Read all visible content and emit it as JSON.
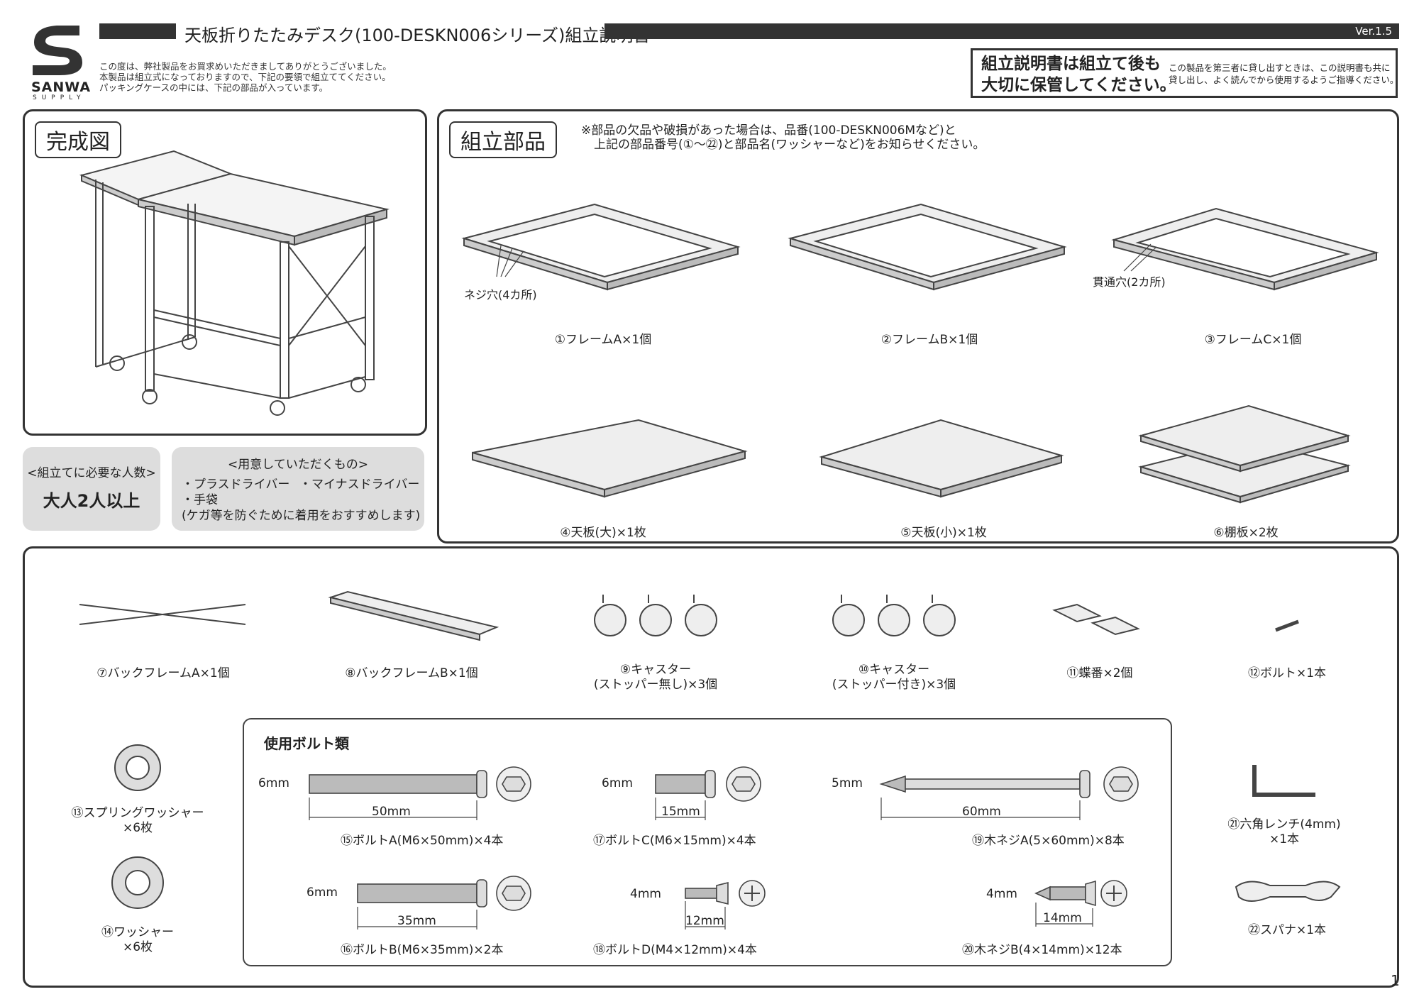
{
  "header": {
    "brand_logo": "SANWA",
    "brand_sub": "SUPPLY",
    "title": "天板折りたたみデスク(100-DESKN006シリーズ)組立説明書",
    "version": "Ver.1.5",
    "intro": [
      "この度は、弊社製品をお買求めいただきましてありがとうございました。",
      "本製品は組立式になっておりますので、下記の要領で組立ててください。",
      "パッキングケースの中には、下記の部品が入っています。"
    ],
    "keep_notice": [
      "組立説明書は組立て後も",
      "大切に保管してください。"
    ],
    "transfer_note": [
      "この製品を第三者に貸し出すときは、この説明書も共に",
      "貸し出し、よく読んでから使用するようご指導ください。"
    ]
  },
  "complete": {
    "title": "完成図"
  },
  "people": {
    "heading": "<組立てに必要な人数>",
    "value": "大人2人以上"
  },
  "prepare": {
    "heading": "<用意していただくもの>",
    "items": [
      "・プラスドライバー",
      "・マイナスドライバー",
      "・手袋"
    ],
    "note": "(ケガ等を防ぐために着用をおすすめします)"
  },
  "parts": {
    "title": "組立部品",
    "notice": [
      "※部品の欠品や破損があった場合は、品番(100-DESKN006Mなど)と",
      "上記の部品番号(①～㉒)と部品名(ワッシャーなど)をお知らせください。"
    ],
    "frame_a": {
      "label": "①フレームA×1個",
      "callout": "ネジ穴(4カ所)"
    },
    "frame_b": {
      "label": "②フレームB×1個"
    },
    "frame_c": {
      "label": "③フレームC×1個",
      "callout": "貫通穴(2カ所)"
    },
    "top_large": {
      "label": "④天板(大)×1枚"
    },
    "top_small": {
      "label": "⑤天板(小)×1枚"
    },
    "shelf": {
      "label": "⑥棚板×2枚"
    },
    "back_a": {
      "label": "⑦バックフレームA×1個"
    },
    "back_b": {
      "label": "⑧バックフレームB×1個"
    },
    "caster9": {
      "label1": "⑨キャスター",
      "label2": "(ストッパー無し)×3個"
    },
    "caster10": {
      "label1": "⑩キャスター",
      "label2": "(ストッパー付き)×3個"
    },
    "hinge": {
      "label": "⑪蝶番×2個"
    },
    "bolt12": {
      "label": "⑫ボルト×1本"
    },
    "spring_washer": {
      "label1": "⑬スプリングワッシャー",
      "label2": "×6枚"
    },
    "washer": {
      "label1": "⑭ワッシャー",
      "label2": "×6枚"
    },
    "hex_wrench": {
      "label1": "㉑六角レンチ(4mm)",
      "label2": "×1本"
    },
    "spanner": {
      "label": "㉒スパナ×1本"
    }
  },
  "bolts": {
    "title": "使用ボルト類",
    "bolt_a": {
      "dia": "6mm",
      "len": "50mm",
      "label": "⑮ボルトA(M6×50mm)×4本"
    },
    "bolt_b": {
      "dia": "6mm",
      "len": "35mm",
      "label": "⑯ボルトB(M6×35mm)×2本"
    },
    "bolt_c": {
      "dia": "6mm",
      "len": "15mm",
      "label": "⑰ボルトC(M6×15mm)×4本"
    },
    "bolt_d": {
      "dia": "4mm",
      "len": "12mm",
      "label": "⑱ボルトD(M4×12mm)×4本"
    },
    "screw_a": {
      "dia": "5mm",
      "len": "60mm",
      "label": "⑲木ネジA(5×60mm)×8本"
    },
    "screw_b": {
      "dia": "4mm",
      "len": "14mm",
      "label": "⑳木ネジB(4×14mm)×12本"
    }
  },
  "page_number": "1"
}
